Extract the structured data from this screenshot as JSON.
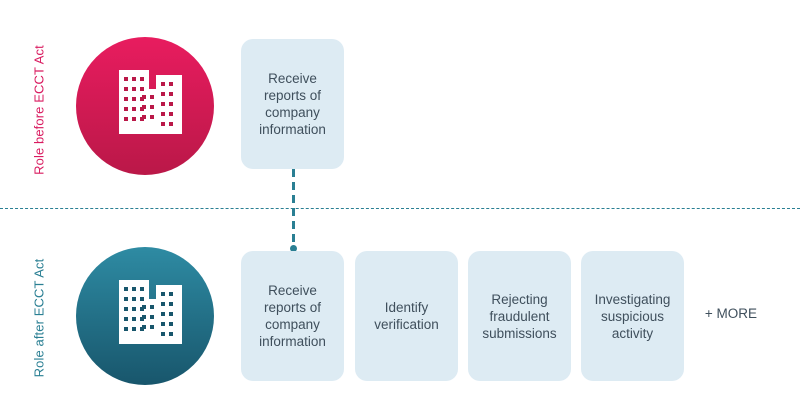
{
  "labels": {
    "before": "Role before ECCT Act",
    "after": "Role after ECCT Act"
  },
  "before_cards": [
    "Receive reports of company information"
  ],
  "after_cards": [
    "Receive reports of company information",
    "Identify verification",
    "Rejecting fraudulent submissions",
    "Investigating suspicious activity"
  ],
  "more_label": "+ MORE",
  "colors": {
    "before_accent": "#d91a5f",
    "after_accent": "#2a7f93",
    "card_background": "#ddebf3",
    "card_text": "#3f4f5c"
  },
  "icons": {
    "before": "office-buildings-icon",
    "after": "office-buildings-icon"
  }
}
